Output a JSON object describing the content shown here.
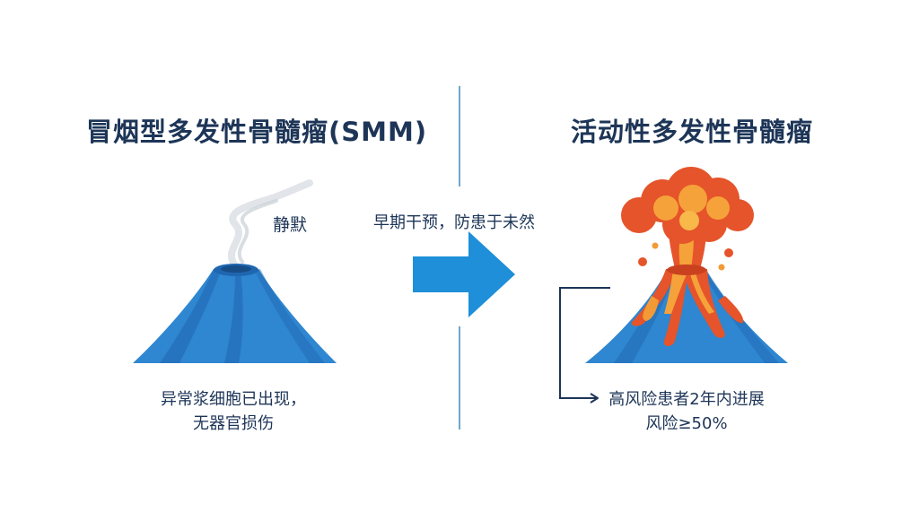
{
  "left": {
    "title": "冒烟型多发性骨髓瘤(SMM)",
    "quiet_label": "静默",
    "caption_line1": "异常浆细胞已出现，",
    "caption_line2": "无器官损伤"
  },
  "middle": {
    "arrow_caption": "早期干预，防患于未然"
  },
  "right": {
    "title": "活动性多发性骨髓瘤",
    "caption_line1": "高风险患者2年内进展",
    "caption_line2": "风险≥50%"
  },
  "colors": {
    "title": "#1d3557",
    "volcano_blue": "#2f86d1",
    "volcano_shade": "#1f66b0",
    "arrow": "#1e8fd8",
    "lava": "#e5542a",
    "lava_light": "#f6a23a",
    "divider": "#6fa8c9"
  },
  "icons": [
    "smoke-icon",
    "dormant-volcano-icon",
    "right-arrow-icon",
    "erupting-volcano-icon",
    "progression-connector-icon"
  ]
}
